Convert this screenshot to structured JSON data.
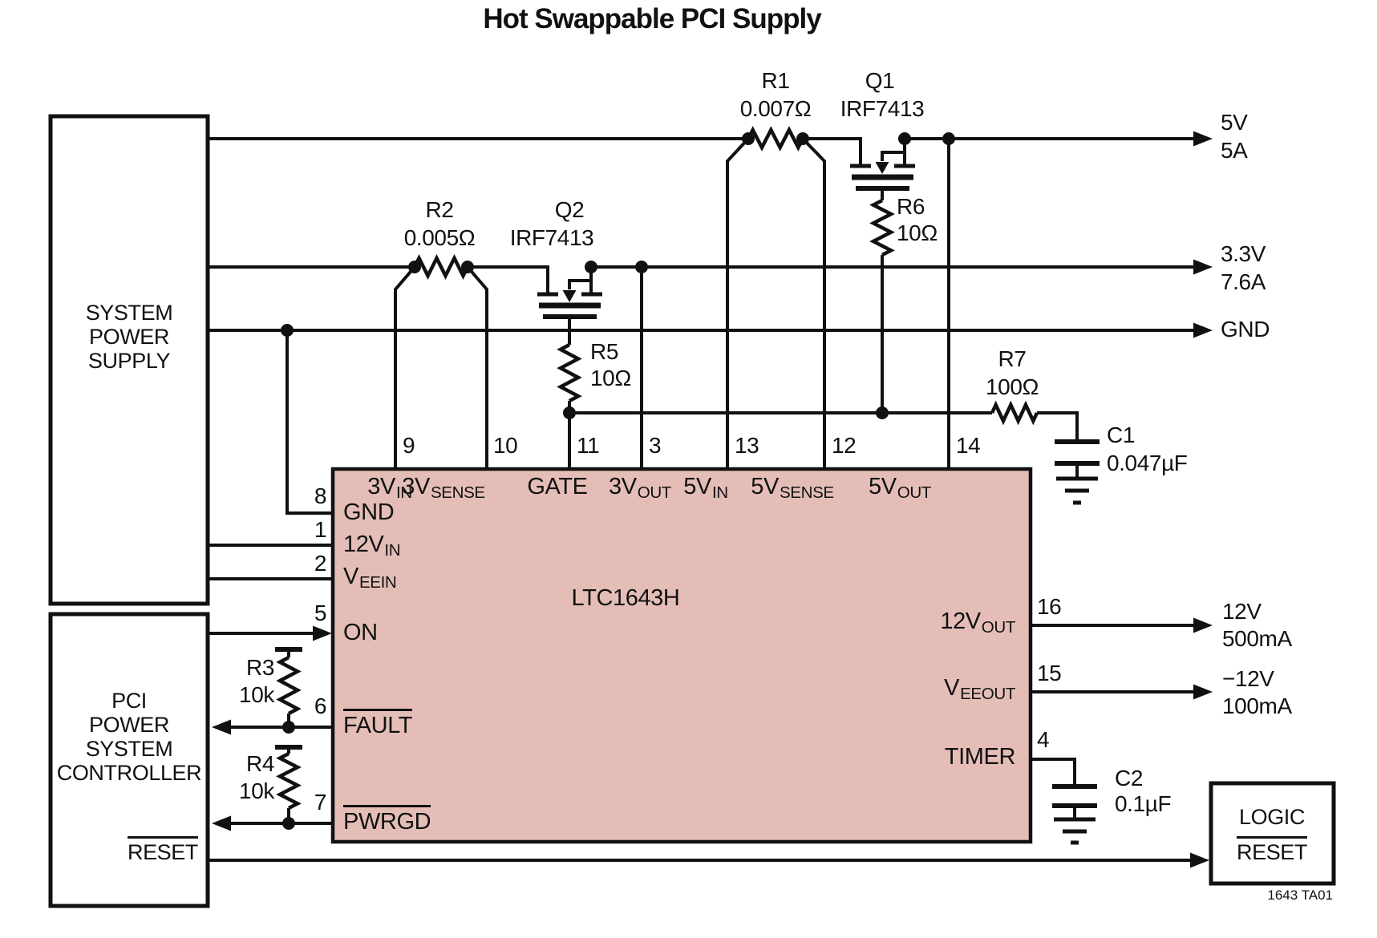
{
  "title": "Hot Swappable PCI Supply",
  "caption": "1643 TA01",
  "colors": {
    "ic_fill": "#e4beb6",
    "line": "#000000",
    "background": "#ffffff"
  },
  "blocks": {
    "system_supply": {
      "lines": [
        "SYSTEM",
        "POWER",
        "SUPPLY"
      ]
    },
    "pci_controller": {
      "lines": [
        "PCI",
        "POWER",
        "SYSTEM",
        "CONTROLLER"
      ],
      "reset": "RESET"
    },
    "logic": {
      "name": "LOGIC",
      "reset": "RESET"
    }
  },
  "ic": {
    "name": "LTC1643H",
    "top_pins": [
      {
        "num": "9",
        "main": "3V",
        "sub": "IN"
      },
      {
        "num": "10",
        "main": "3V",
        "sub": "SENSE"
      },
      {
        "num": "11",
        "main": "GATE",
        "sub": ""
      },
      {
        "num": "3",
        "main": "3V",
        "sub": "OUT"
      },
      {
        "num": "13",
        "main": "5V",
        "sub": "IN"
      },
      {
        "num": "12",
        "main": "5V",
        "sub": "SENSE"
      },
      {
        "num": "14",
        "main": "5V",
        "sub": "OUT"
      }
    ],
    "left_pins": [
      {
        "num": "8",
        "main": "GND",
        "sub": ""
      },
      {
        "num": "1",
        "main": "12V",
        "sub": "IN"
      },
      {
        "num": "2",
        "main": "V",
        "sub": "EEIN"
      },
      {
        "num": "5",
        "main": "ON",
        "sub": ""
      },
      {
        "num": "6",
        "main": "FAULT",
        "sub": ""
      },
      {
        "num": "7",
        "main": "PWRGD",
        "sub": ""
      }
    ],
    "right_pins": [
      {
        "num": "16",
        "main": "12V",
        "sub": "OUT"
      },
      {
        "num": "15",
        "main": "V",
        "sub": "EEOUT"
      },
      {
        "num": "4",
        "main": "TIMER",
        "sub": ""
      }
    ]
  },
  "components": {
    "r1": {
      "ref": "R1",
      "value": "0.007Ω"
    },
    "r2": {
      "ref": "R2",
      "value": "0.005Ω"
    },
    "r3": {
      "ref": "R3",
      "value": "10k"
    },
    "r4": {
      "ref": "R4",
      "value": "10k"
    },
    "r5": {
      "ref": "R5",
      "value": "10Ω"
    },
    "r6": {
      "ref": "R6",
      "value": "10Ω"
    },
    "r7": {
      "ref": "R7",
      "value": "100Ω"
    },
    "c1": {
      "ref": "C1",
      "value": "0.047µF"
    },
    "c2": {
      "ref": "C2",
      "value": "0.1µF"
    },
    "q1": {
      "ref": "Q1",
      "value": "IRF7413"
    },
    "q2": {
      "ref": "Q2",
      "value": "IRF7413"
    }
  },
  "rails": {
    "v5": {
      "label": "5V",
      "rating": "5A"
    },
    "v3": {
      "label": "3.3V",
      "rating": "7.6A"
    },
    "gnd": {
      "label": "GND",
      "rating": ""
    },
    "v12": {
      "label": "12V",
      "rating": "500mA"
    },
    "vneg12": {
      "label": "−12V",
      "rating": "100mA"
    }
  }
}
